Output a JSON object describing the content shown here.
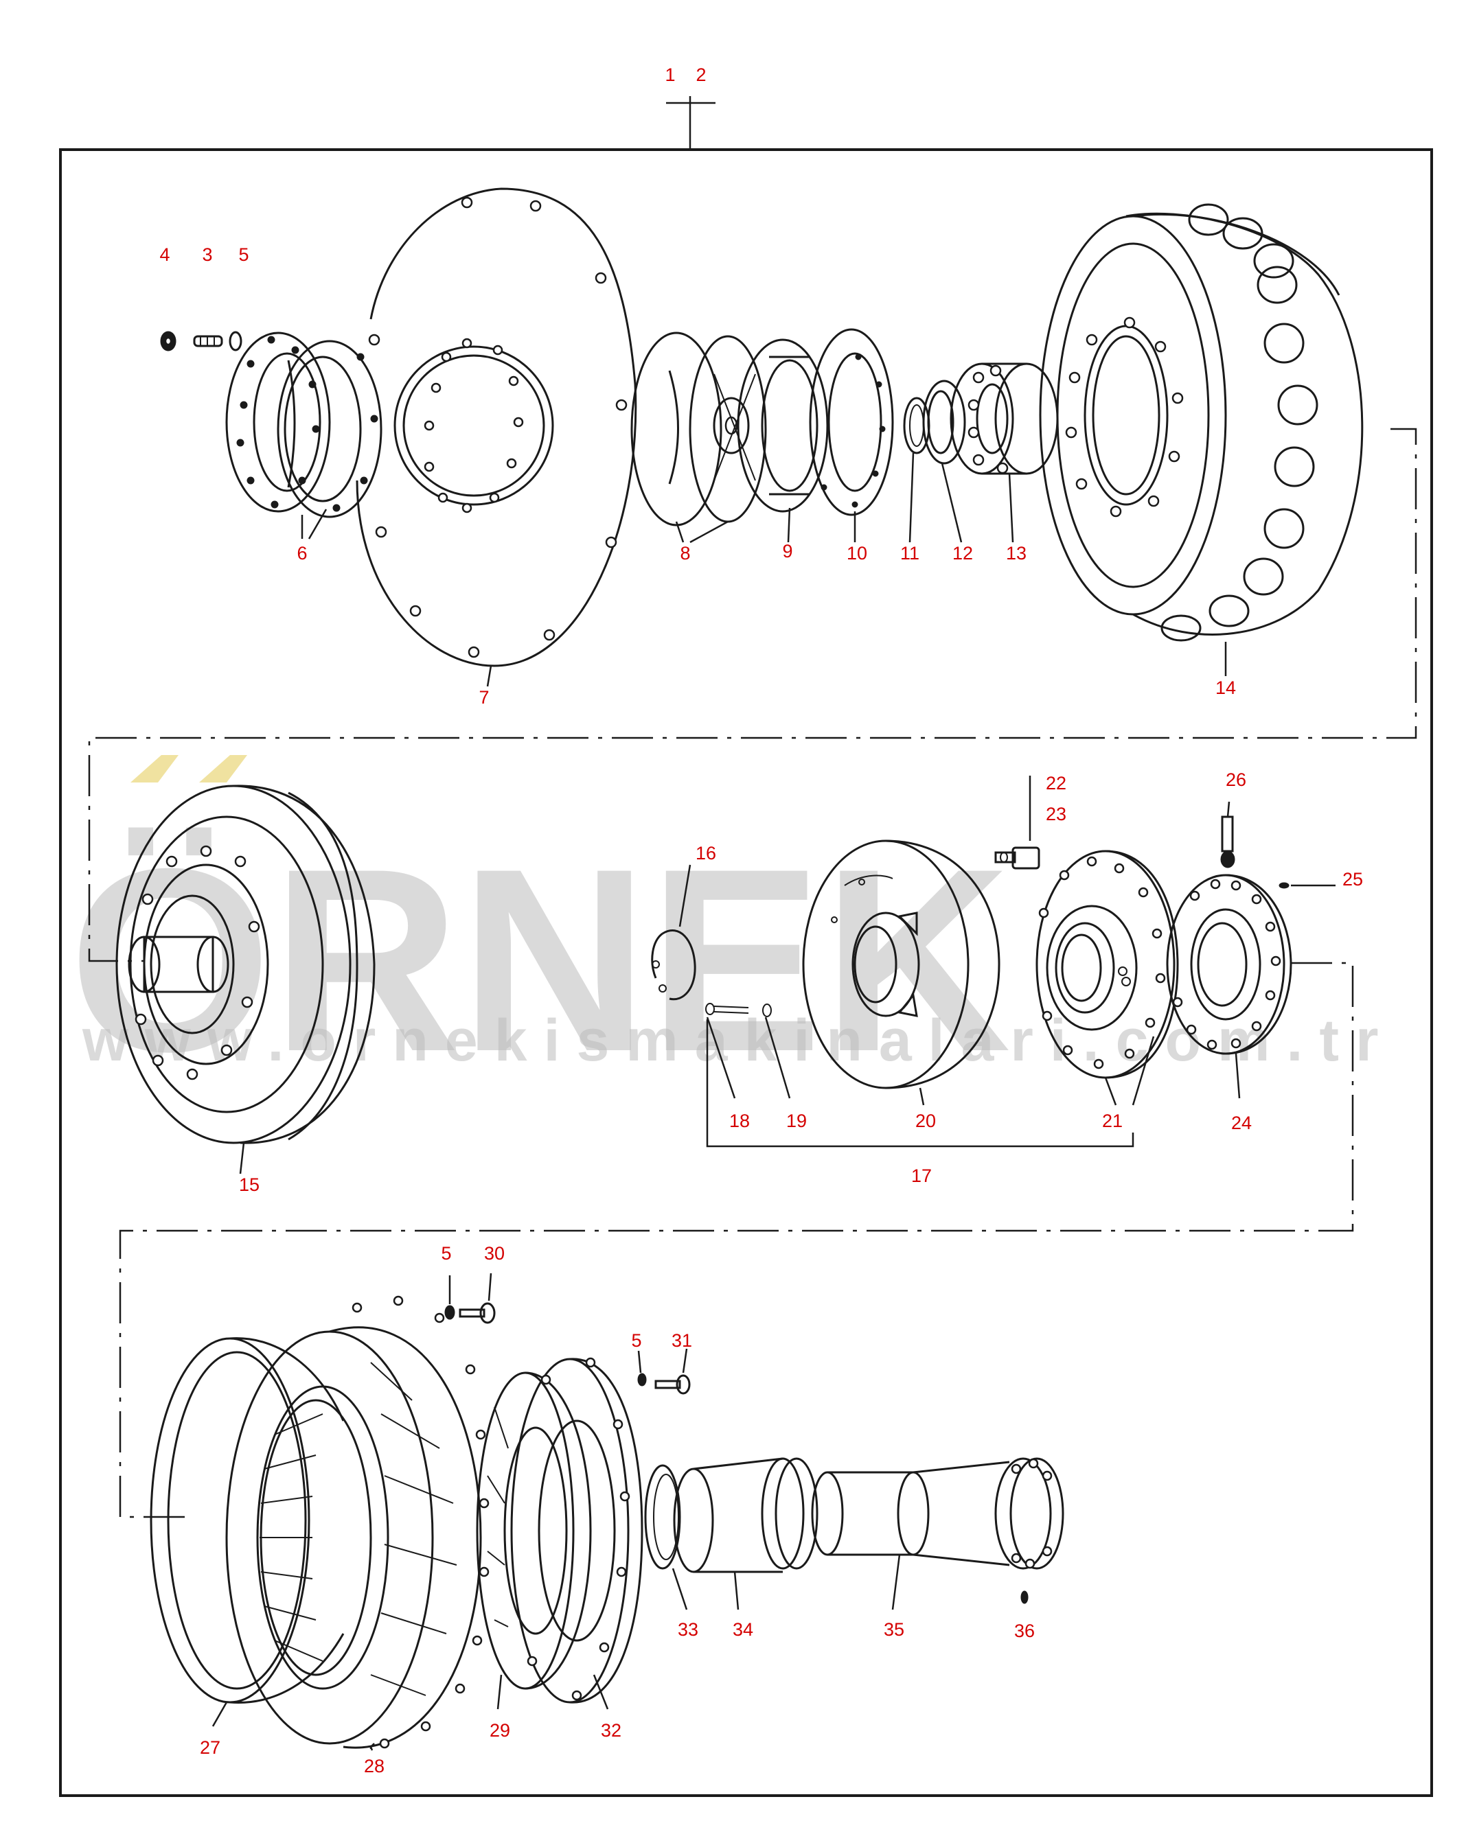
{
  "diagram": {
    "colors": {
      "label": "#d40000",
      "line": "#1a1a1a",
      "watermark": "#bcbcbc",
      "watermark_accent": "#f0e2a0"
    },
    "watermark": {
      "brand": "ÖRNEK",
      "url": "www.ornekismakinalari.com.tr"
    },
    "callouts": [
      "1",
      "2",
      "3",
      "4",
      "5",
      "6",
      "7",
      "8",
      "9",
      "10",
      "11",
      "12",
      "13",
      "14",
      "15",
      "16",
      "17",
      "18",
      "19",
      "20",
      "21",
      "22",
      "23",
      "24",
      "25",
      "26",
      "27",
      "28",
      "29",
      "30",
      "31",
      "32",
      "33",
      "34",
      "35",
      "36"
    ],
    "repeat_callouts": {
      "second_5": "5",
      "third_5": "5"
    }
  }
}
